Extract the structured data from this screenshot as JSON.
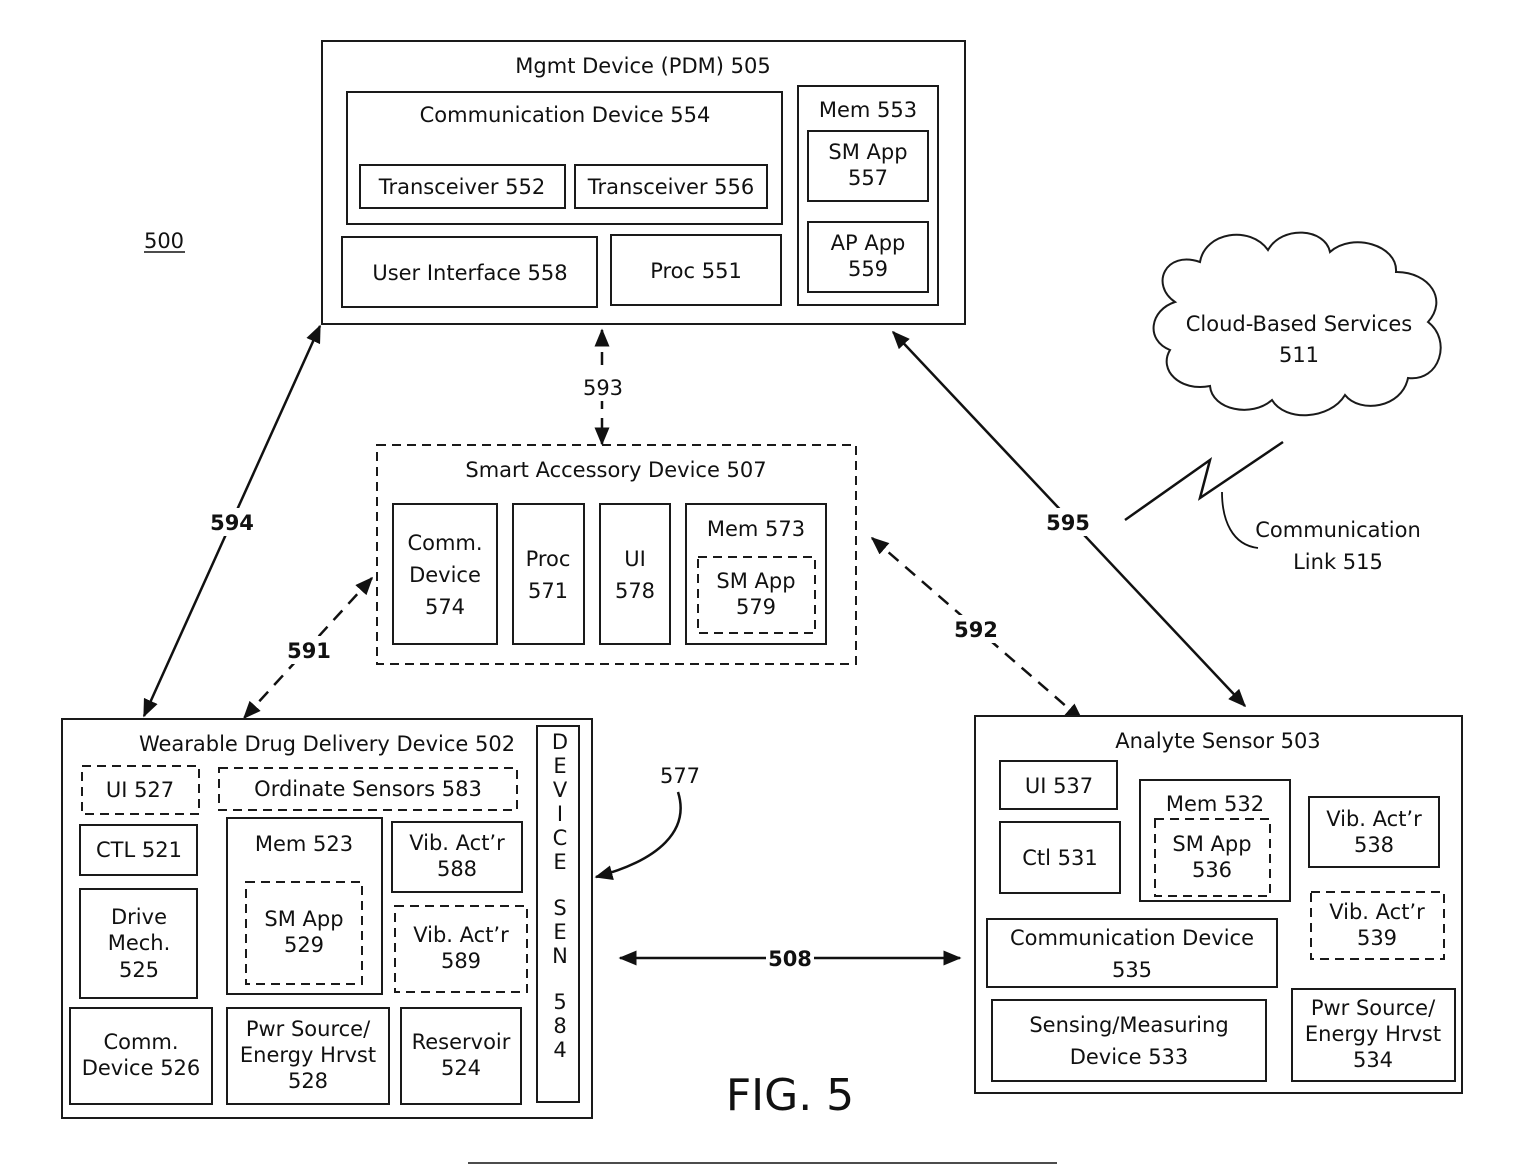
{
  "figure": {
    "system_ref": "500",
    "caption": "FIG. 5"
  },
  "mgmt": {
    "title": "Mgmt Device (PDM) 505",
    "comm_title": "Communication Device 554",
    "transceiver_a": "Transceiver 552",
    "transceiver_b": "Transceiver 556",
    "user_interface": "User Interface 558",
    "proc": "Proc 551",
    "mem": "Mem 553",
    "sm_app": {
      "line1": "SM App",
      "line2": "557"
    },
    "ap_app": {
      "line1": "AP App",
      "line2": "559"
    }
  },
  "cloud": {
    "line1": "Cloud-Based Services",
    "line2": "511"
  },
  "comm_link": {
    "line1": "Communication",
    "line2": "Link 515"
  },
  "accessory": {
    "title": "Smart Accessory Device 507",
    "comm": {
      "line1": "Comm.",
      "line2": "Device",
      "line3": "574"
    },
    "proc": {
      "line1": "Proc",
      "line2": "571"
    },
    "ui": {
      "line1": "UI",
      "line2": "578"
    },
    "mem": "Mem 573",
    "sm_app": {
      "line1": "SM App",
      "line2": "579"
    }
  },
  "wearable": {
    "title": "Wearable Drug Delivery Device 502",
    "ui": "UI 527",
    "ordinate_sensors": "Ordinate Sensors 583",
    "ctl": "CTL 521",
    "drive": {
      "line1": "Drive",
      "line2": "Mech.",
      "line3": "525"
    },
    "mem": "Mem 523",
    "sm_app": {
      "line1": "SM App",
      "line2": "529"
    },
    "vib_a": {
      "line1": "Vib. Act’r",
      "line2": "588"
    },
    "vib_b": {
      "line1": "Vib. Act’r",
      "line2": "589"
    },
    "comm": {
      "line1": "Comm.",
      "line2": "Device 526"
    },
    "pwr": {
      "line1": "Pwr Source/",
      "line2": "Energy Hrvst",
      "line3": "528"
    },
    "reservoir": {
      "line1": "Reservoir",
      "line2": "524"
    },
    "device_sensor": [
      "D",
      "E",
      "V",
      "I",
      "C",
      "E",
      "S",
      "E",
      "N",
      "5",
      "8",
      "4"
    ]
  },
  "analyte": {
    "title": "Analyte Sensor 503",
    "ui": "UI 537",
    "ctl": "Ctl 531",
    "mem": "Mem 532",
    "sm_app": {
      "line1": "SM App",
      "line2": "536"
    },
    "vib_a": {
      "line1": "Vib. Act’r",
      "line2": "538"
    },
    "vib_b": {
      "line1": "Vib. Act’r",
      "line2": "539"
    },
    "comm": {
      "line1": "Communication Device",
      "line2": "535"
    },
    "sensing": {
      "line1": "Sensing/Measuring",
      "line2": "Device 533"
    },
    "pwr": {
      "line1": "Pwr Source/",
      "line2": "Energy Hrvst",
      "line3": "534"
    }
  },
  "links": {
    "l591": "591",
    "l592": "592",
    "l593": "593",
    "l594": "594",
    "l595": "595",
    "l508": "508",
    "l577": "577"
  }
}
